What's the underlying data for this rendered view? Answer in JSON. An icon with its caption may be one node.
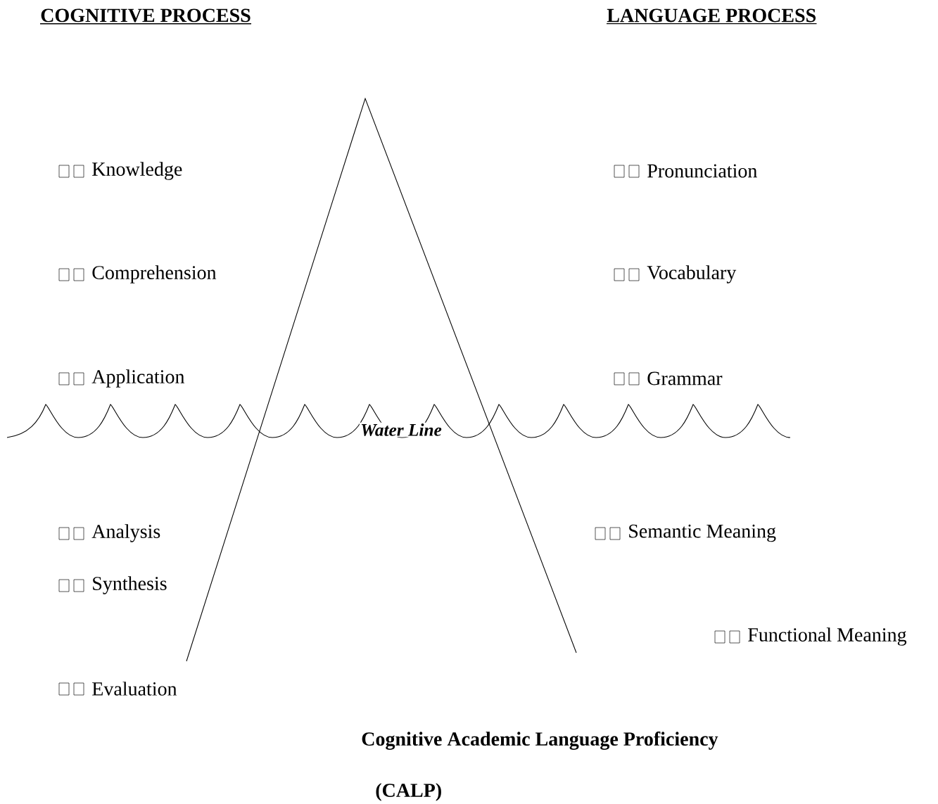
{
  "diagram": {
    "labels": [
      "COGNITIVE PROCESS",
      "LANGUAGE PROCESS",
      "Knowledge",
      "Pronunciation",
      "Comprehension",
      "Vocabulary",
      "Application",
      "Grammar",
      "Water Line",
      "Analysis",
      "Semantic Meaning",
      "Synthesis",
      "Functional Meaning",
      "Evaluation",
      "Cognitive Academic Language Proficiency",
      "(CALP)"
    ]
  }
}
